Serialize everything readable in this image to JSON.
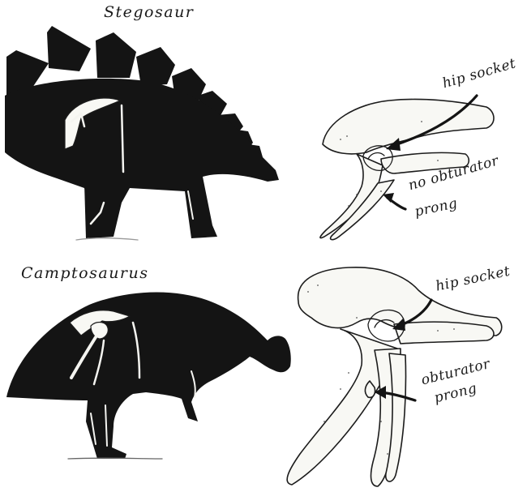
{
  "panels": [
    {
      "title": "Stegosaur",
      "labels": [
        "hip socket",
        "no obturator",
        "prong"
      ]
    },
    {
      "title": "Camptosaurus",
      "labels": [
        "hip socket",
        "obturator",
        "prong"
      ]
    }
  ],
  "colors": {
    "silhouette": "#141414",
    "bone_fill": "#f8f8f4",
    "background": "#ffffff"
  },
  "icons": [
    "stegosaur-silhouette",
    "stegosaur-pelvis",
    "camptosaurus-silhouette",
    "camptosaurus-pelvis"
  ]
}
